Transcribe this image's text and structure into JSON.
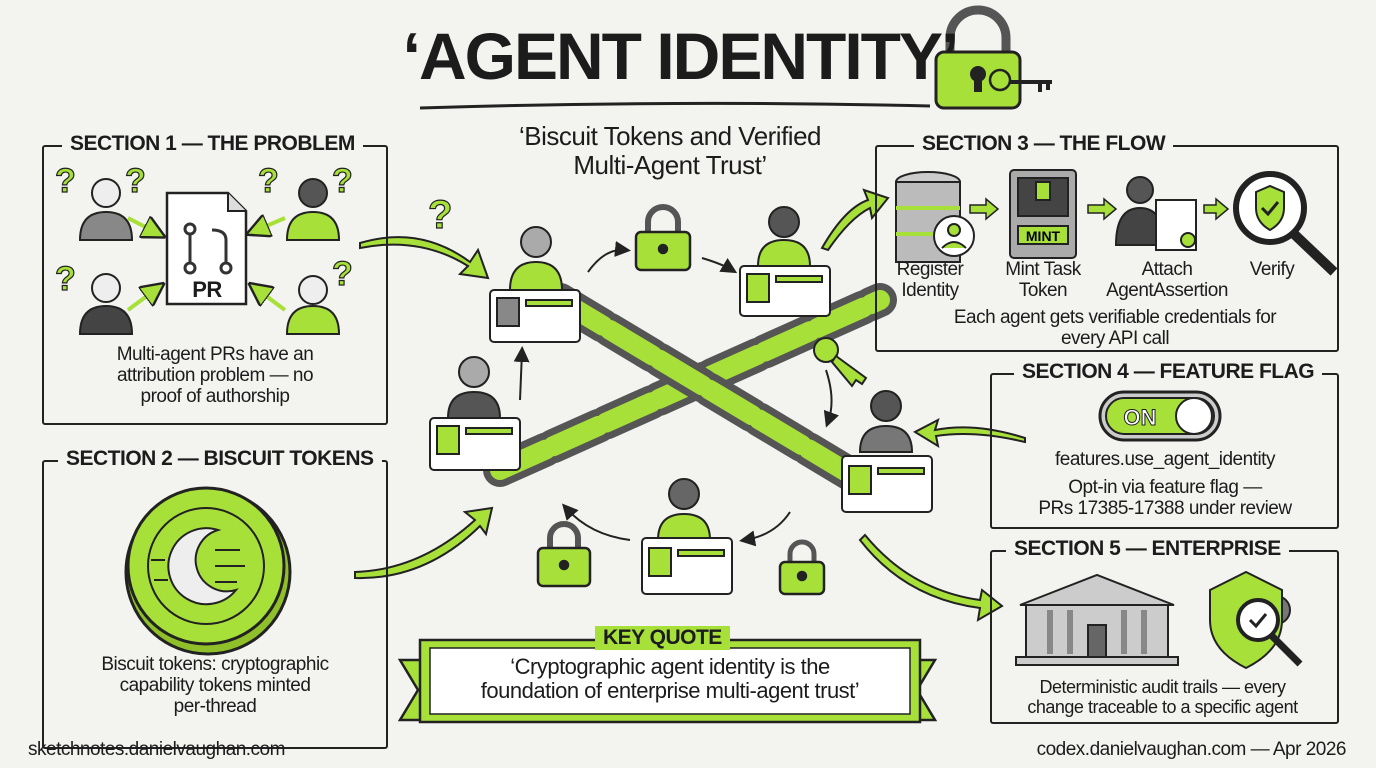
{
  "title": "‘AGENT IDENTITY’",
  "subtitle": [
    "‘Biscuit Tokens and Verified",
    "Multi-Agent Trust’"
  ],
  "accent_color": "#a8e03a",
  "section1": {
    "heading": "SECTION 1 — THE PROBLEM",
    "pr_label": "PR",
    "text": [
      "Multi-agent PRs have an",
      "attribution problem — no",
      "proof of authorship"
    ]
  },
  "section2": {
    "heading": "SECTION 2 — BISCUIT TOKENS",
    "text": [
      "Biscuit tokens: cryptographic",
      "capability tokens minted",
      "per-thread"
    ]
  },
  "section3": {
    "heading": "SECTION 3 — THE FLOW",
    "steps": [
      {
        "label": [
          "Register",
          "Identity"
        ],
        "icon": "database-user-icon"
      },
      {
        "label": [
          "Mint Task",
          "Token"
        ],
        "icon": "mint-machine-icon",
        "badge": "MINT"
      },
      {
        "label": [
          "Attach",
          "AgentAssertion"
        ],
        "icon": "agent-certificate-icon"
      },
      {
        "label": [
          "Verify",
          ""
        ],
        "icon": "magnifier-shield-icon"
      }
    ],
    "text": [
      "Each agent gets verifiable credentials for",
      "every API call"
    ]
  },
  "section4": {
    "heading": "SECTION 4 — FEATURE FLAG",
    "toggle_label": "ON",
    "toggle_state": true,
    "flag": "features.use_agent_identity",
    "text": [
      "Opt-in via feature flag —",
      "PRs 17385-17388 under review"
    ]
  },
  "section5": {
    "heading": "SECTION 5 — ENTERPRISE",
    "text": [
      "Deterministic audit trails — every",
      "change traceable to a specific agent"
    ]
  },
  "quote": {
    "heading": "KEY QUOTE",
    "text": [
      "‘Cryptographic agent identity is the",
      "foundation of enterprise multi-agent trust’"
    ]
  },
  "footer": {
    "left": "sketchnotes.danielvaughan.com",
    "right": "codex.danielvaughan.com — Apr 2026"
  }
}
